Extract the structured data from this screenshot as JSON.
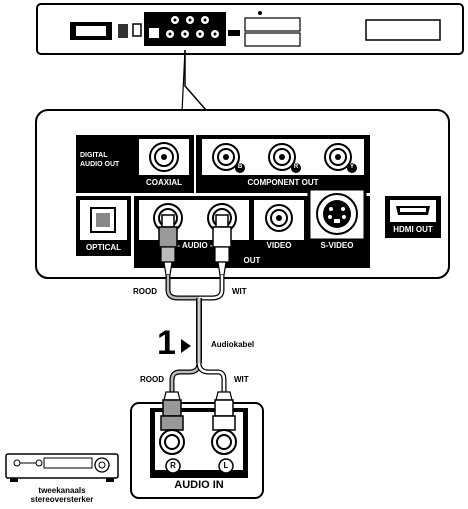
{
  "panel": {
    "digital_audio_out_line1": "DIGITAL",
    "digital_audio_out_line2": "AUDIO OUT",
    "coaxial": "COAXIAL",
    "component_out": "COMPONENT OUT",
    "optical": "OPTICAL",
    "audio": "- AUDIO -",
    "video": "VIDEO",
    "s_video": "S-VIDEO",
    "out": "OUT",
    "hdmi_out": "HDMI OUT",
    "component_letters": [
      "B",
      "R",
      "Y"
    ]
  },
  "cable": {
    "left_top": "ROOD",
    "right_top": "WIT",
    "step_number": "1",
    "cable_name": "Audiokabel",
    "left_bottom": "ROOD",
    "right_bottom": "WIT"
  },
  "amplifier": {
    "r_symbol": "R",
    "l_symbol": "L",
    "audio_in": "AUDIO IN",
    "name_line1": "tweekanaals",
    "name_line2": "stereoversterker"
  }
}
